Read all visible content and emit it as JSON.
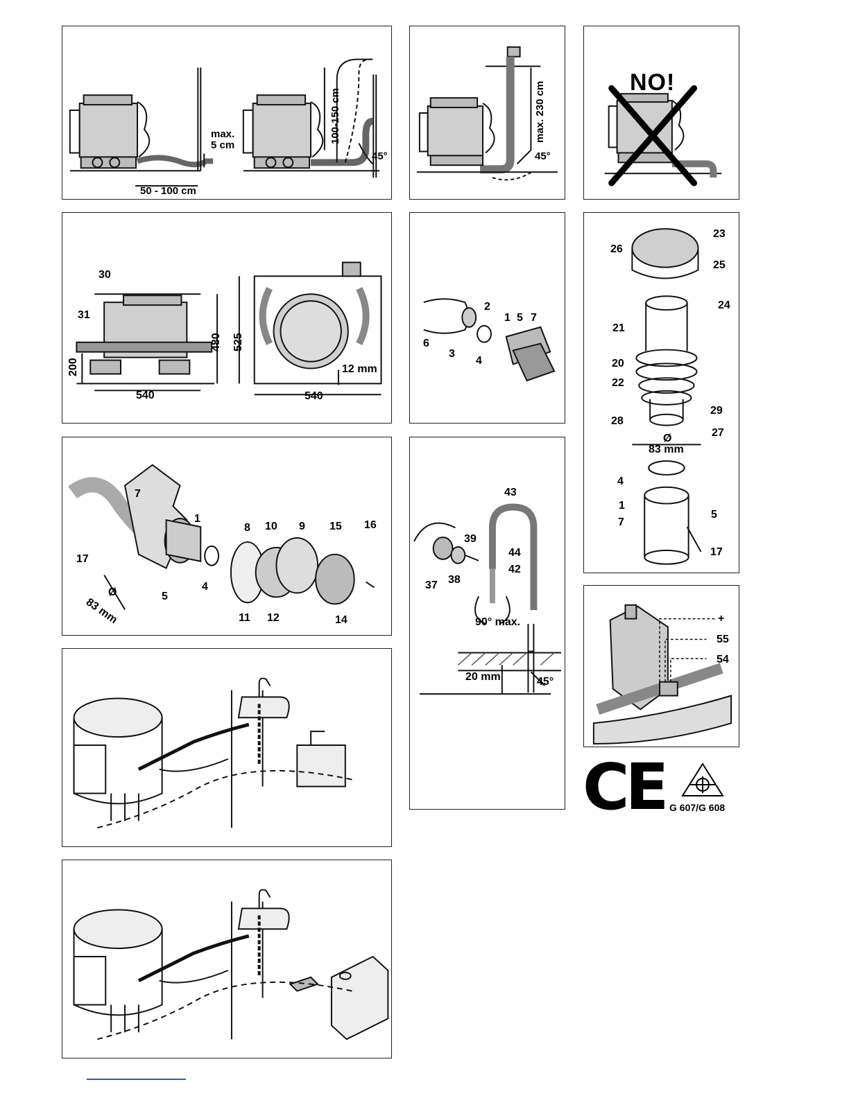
{
  "colors": {
    "ink": "#111111",
    "hatch": "#555555",
    "link": "#3355cc"
  },
  "panel1": {
    "max_height": "max.",
    "max_height_unit": "5 cm",
    "distance": "50 - 100 cm",
    "rise": "100-150 cm",
    "angle": "45°"
  },
  "panel2": {
    "max_rise": "max. 230 cm",
    "angle": "45°"
  },
  "panel3": {
    "warning": "NO!"
  },
  "panel4": {
    "n30": "30",
    "n31": "31",
    "h200": "200",
    "w540a": "540",
    "h480": "480",
    "h525": "525",
    "gap": "12 mm",
    "w540b": "540"
  },
  "panel5": {
    "n2": "2",
    "n1": "1",
    "n5": "5",
    "n7": "7",
    "n6": "6",
    "n3": "3",
    "n4": "4"
  },
  "panel6": {
    "n23": "23",
    "n26": "26",
    "n25": "25",
    "n24": "24",
    "n21": "21",
    "n20": "20",
    "n22": "22",
    "n29": "29",
    "n28": "28",
    "n27": "27",
    "dia": "Ø",
    "dia_val": "83 mm",
    "n4": "4",
    "n1": "1",
    "n5": "5",
    "n7": "7",
    "n17": "17"
  },
  "panel7": {
    "n7": "7",
    "n1": "1",
    "n17": "17",
    "dia": "Ø",
    "dia_val": "83 mm",
    "n5": "5",
    "n4": "4",
    "n8": "8",
    "n10": "10",
    "n9": "9",
    "n15": "15",
    "n16": "16",
    "n11": "11",
    "n12": "12",
    "n14": "14"
  },
  "panel8": {
    "n43": "43",
    "n39": "39",
    "n44": "44",
    "n42": "42",
    "n37": "37",
    "n38": "38",
    "angle": "90° max.",
    "depth": "20 mm",
    "slope": "45°"
  },
  "panel9": {
    "plus": "+",
    "n55": "55",
    "n54": "54"
  },
  "certification": {
    "ce": "CE",
    "gas_code": "G 607/G 608"
  }
}
